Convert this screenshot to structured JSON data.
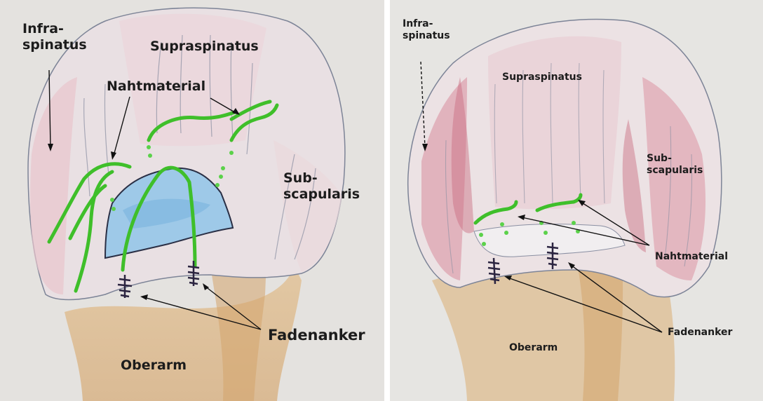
{
  "left_panel": {
    "labels": {
      "infraspinatus": "Infra-\nspinatus",
      "supraspinatus": "Supraspinatus",
      "nahtmaterial": "Nahtmaterial",
      "subscapularis": "Sub-\nscapularis",
      "fadenanker": "Fadenanker",
      "oberarm": "Oberarm"
    }
  },
  "right_panel": {
    "labels": {
      "infraspinatus": "Infra-\nspinatus",
      "supraspinatus": "Supraspinatus",
      "subscapularis": "Sub-\nscapularis",
      "nahtmaterial": "Nahtmaterial",
      "fadenanker": "Fadenanker",
      "oberarm": "Oberarm"
    }
  },
  "colors": {
    "suture_green": "#3fbf2a",
    "tendon_pink": "#d9a7b2",
    "muscle_red": "#c96a7e",
    "bone_tan": "#d7b48a",
    "tear_blue": "#8fc3e6",
    "anchor_dark": "#2b2440",
    "outline_gray": "#7d8497"
  }
}
